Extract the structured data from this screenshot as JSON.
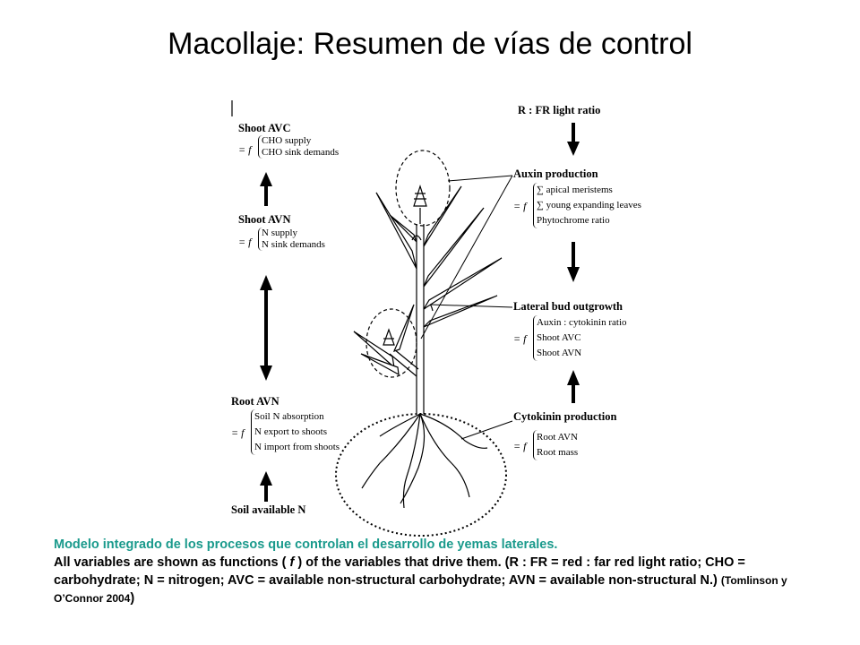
{
  "title": "Macollaje: Resumen de vías de control",
  "left_column": {
    "shoot_avc": {
      "label": "Shoot AVC",
      "eq": "= f",
      "items": [
        "CHO supply",
        "CHO sink demands"
      ]
    },
    "shoot_avn": {
      "label": "Shoot AVN",
      "eq": "= f",
      "items": [
        "N supply",
        "N sink demands"
      ]
    },
    "root_avn": {
      "label": "Root AVN",
      "eq": "= f",
      "items": [
        "Soil N absorption",
        "N export to shoots",
        "N import from shoots"
      ]
    },
    "soil_n": {
      "label": "Soil available N"
    }
  },
  "right_column": {
    "rfr": {
      "label": "R : FR light ratio"
    },
    "auxin": {
      "label": "Auxin production",
      "eq": "= f",
      "items": [
        "∑ apical meristems",
        "∑ young expanding leaves",
        "Phytochrome ratio"
      ]
    },
    "lateral": {
      "label": "Lateral bud outgrowth",
      "eq": "= f",
      "items": [
        "Auxin : cytokinin ratio",
        "Shoot AVC",
        "Shoot AVN"
      ]
    },
    "cytokinin": {
      "label": "Cytokinin production",
      "eq": "= f",
      "items": [
        "Root AVN",
        "Root mass"
      ]
    }
  },
  "caption": {
    "line1": "Modelo integrado de los procesos que controlan el desarrollo de yemas laterales.",
    "body_a": "All variables are shown as functions ( ",
    "f": "f",
    "body_b": " ) of the variables that drive them. (R : FR = red : far red light ratio; CHO = carbohydrate; N = nitrogen; AVC = available non-structural carbohydrate; AVN = available non-structural N.) ",
    "cite": "(Tomlinson y O’Connor 2004",
    "close": ")"
  },
  "colors": {
    "caption_accent": "#1a9a8c"
  }
}
